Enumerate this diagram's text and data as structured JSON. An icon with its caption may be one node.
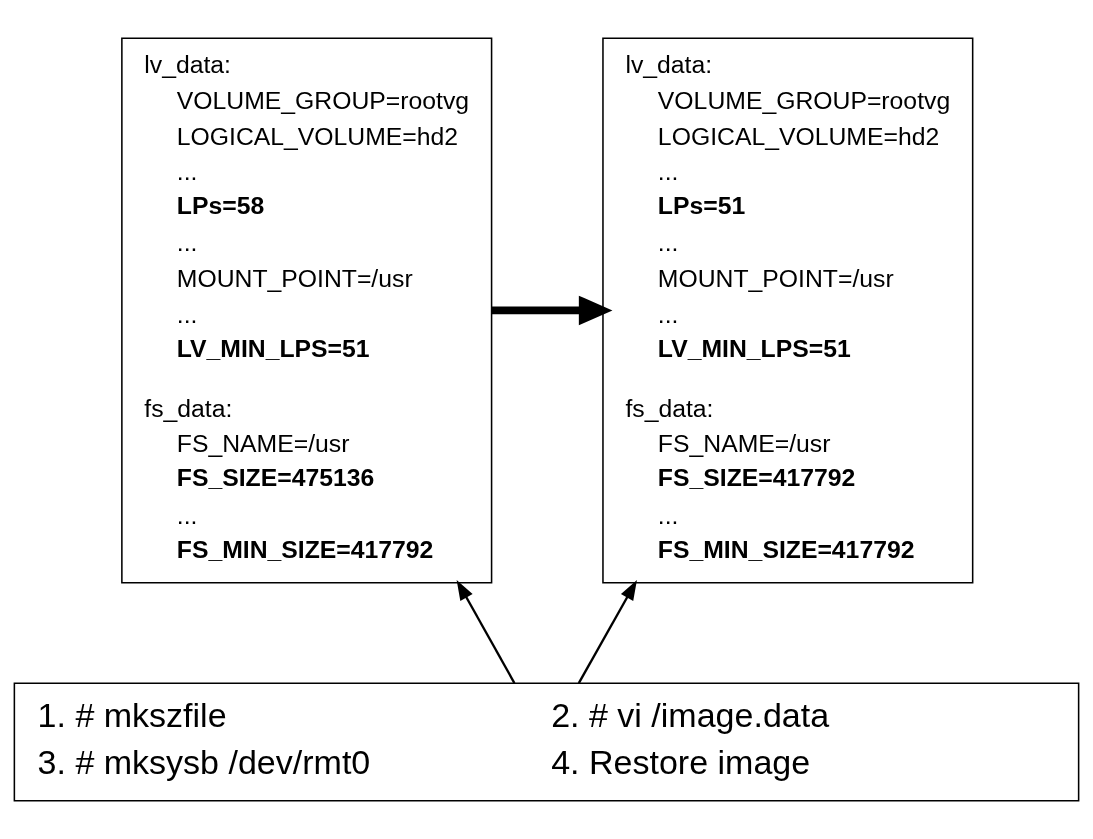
{
  "diagram": {
    "nodes": [
      {
        "text": [
          "lv_data:",
          "VOLUME_GROUP=rootvg",
          "LOGICAL_VOLUME=hd2",
          "...",
          "LPs=58",
          "...",
          "MOUNT_POINT=/usr",
          "...",
          "LV_MIN_LPS=51",
          "fs_data:",
          "FS_NAME=/usr",
          "FS_SIZE=475136",
          "...",
          "FS_MIN_SIZE=417792"
        ]
      },
      {
        "text": [
          "lv_data:",
          "VOLUME_GROUP=rootvg",
          "LOGICAL_VOLUME=hd2",
          "...",
          "LPs=51",
          "...",
          "MOUNT_POINT=/usr",
          "...",
          "LV_MIN_LPS=51",
          "fs_data:",
          "FS_NAME=/usr",
          "FS_SIZE=417792",
          "...",
          "FS_MIN_SIZE=417792"
        ]
      },
      {
        "text": [
          "1. # mkszfile",
          "2. # vi /image.data",
          "3. # mksysb /dev/rmt0",
          "4. Restore image"
        ]
      }
    ],
    "edges": [
      {
        "from": 0,
        "to": 1,
        "arrow": "to",
        "style": "thick"
      },
      {
        "from": 2,
        "to": 0,
        "arrow": "to"
      },
      {
        "from": 2,
        "to": 1,
        "arrow": "to"
      }
    ]
  }
}
